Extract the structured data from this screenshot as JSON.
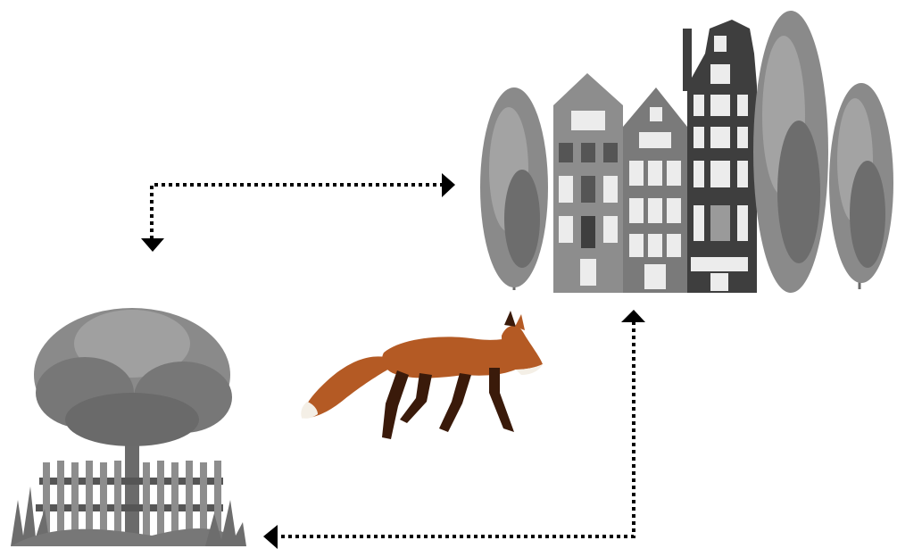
{
  "diagram": {
    "background": "#ffffff",
    "arrow_color": "#000000",
    "nodes": [
      {
        "id": "town",
        "icon": "townhouses-with-trees-icon"
      },
      {
        "id": "fox",
        "icon": "walking-red-fox-icon"
      },
      {
        "id": "countryside",
        "icon": "tree-with-fence-icon"
      }
    ],
    "edges": [
      {
        "from": "bend",
        "to": "town",
        "style": "dotted",
        "heads": [
          "bend",
          "town"
        ]
      },
      {
        "from": "town",
        "to": "countryside",
        "style": "dotted",
        "heads": [
          "town",
          "countryside"
        ]
      }
    ],
    "palette": {
      "building_light": "#8d8d8d",
      "building_mid": "#6f6f6f",
      "building_dark": "#3e3e3e",
      "window": "#ececec",
      "foliage": "#8a8a8a",
      "foliage_dark": "#555555",
      "trunk": "#6b6b6b",
      "fox_body": "#b45a24",
      "fox_dark": "#3a1a0a",
      "fox_light": "#f4efe6"
    }
  }
}
